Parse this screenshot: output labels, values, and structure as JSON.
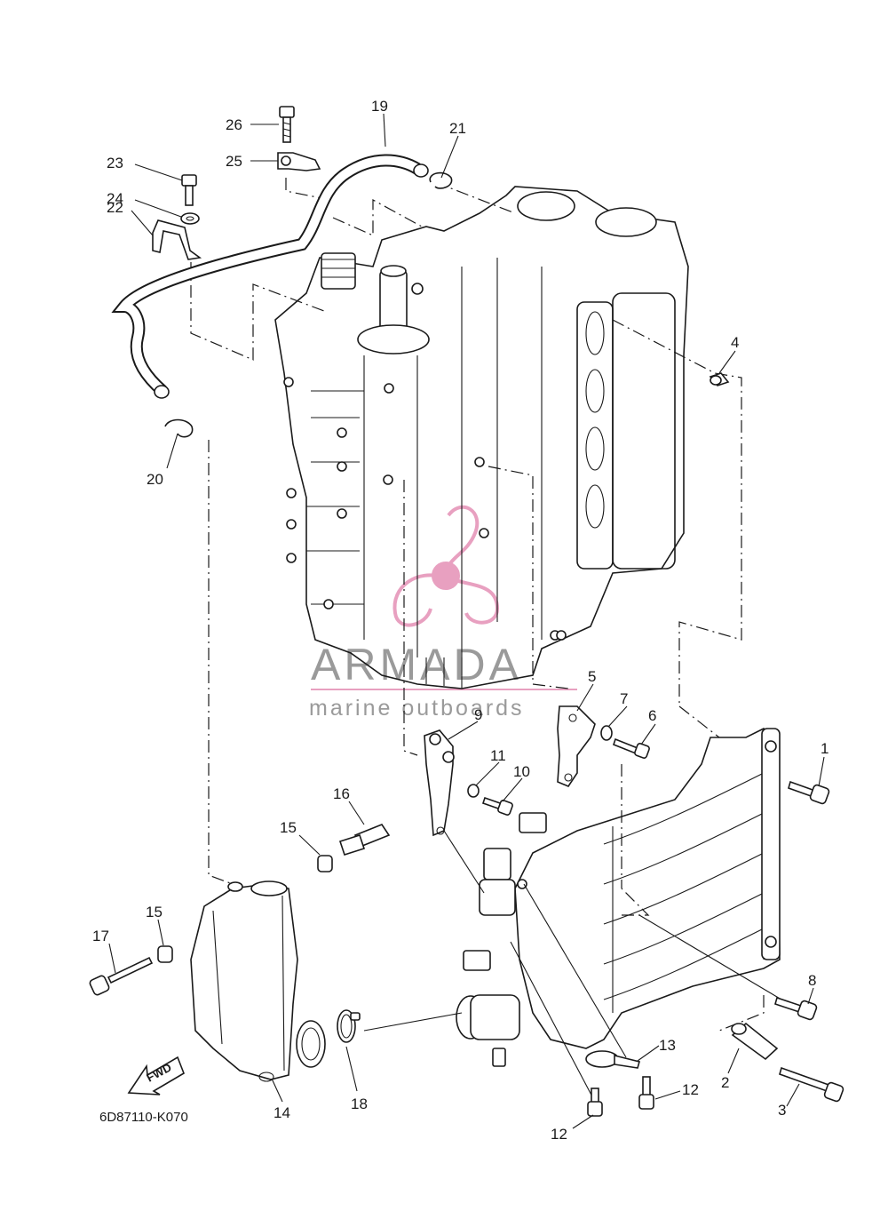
{
  "diagram": {
    "code": "6D87110-K070",
    "fwd_label": "FWD",
    "watermark": {
      "brand": "ARMADA",
      "tagline": "marine outboards",
      "color": "#e8a0c0"
    },
    "callouts": [
      "1",
      "2",
      "3",
      "4",
      "5",
      "6",
      "7",
      "8",
      "9",
      "10",
      "11",
      "12",
      "12",
      "13",
      "14",
      "15",
      "15",
      "16",
      "17",
      "18",
      "19",
      "20",
      "21",
      "22",
      "23",
      "24",
      "25",
      "26"
    ]
  }
}
